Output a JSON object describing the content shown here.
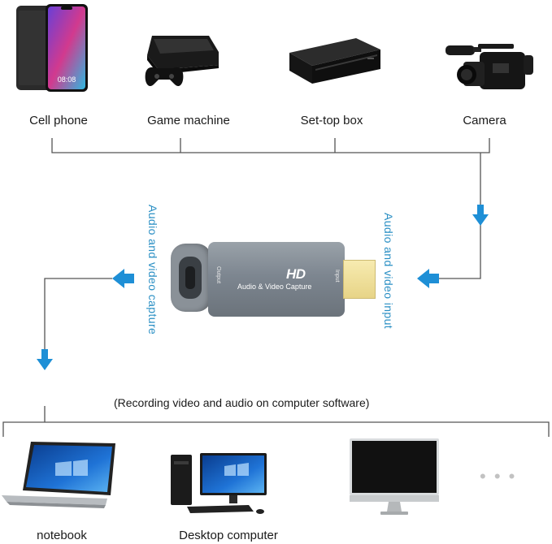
{
  "sources": {
    "cell_phone": "Cell phone",
    "game_machine": "Game machine",
    "set_top_box": "Set-top box",
    "camera": "Camera",
    "phone_clock": "08:08"
  },
  "device": {
    "badge": "HD",
    "name": "Audio & Video Capture",
    "output_port": "Output",
    "input_port": "Input"
  },
  "side_labels": {
    "capture": "Audio and video capture",
    "input": "Audio and video input"
  },
  "note": "(Recording video and audio on computer software)",
  "targets": {
    "notebook": "notebook",
    "desktop": "Desktop computer",
    "more": "• • •"
  },
  "colors": {
    "arrow": "#1e8fd6",
    "line": "#555555",
    "accent_text": "#2a8fc4",
    "device_body": "#7d8690"
  }
}
